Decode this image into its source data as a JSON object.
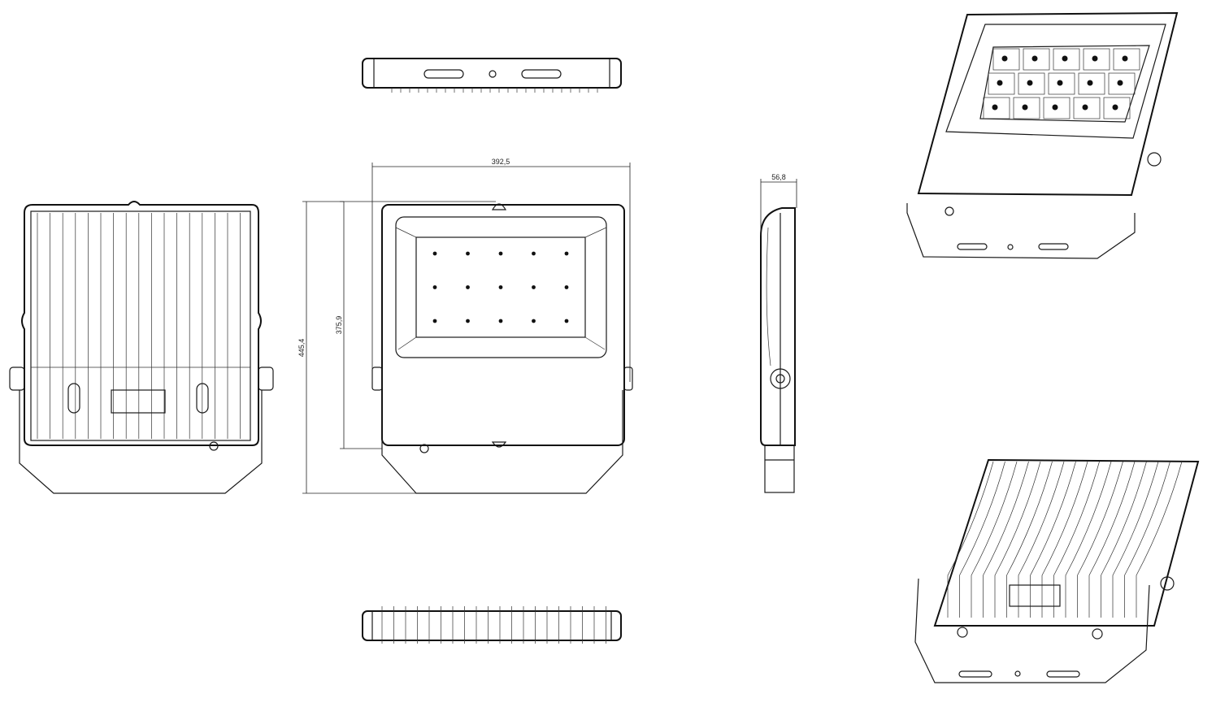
{
  "dimensions": {
    "width": "392,5",
    "height_body": "375,9",
    "height_total": "445,4",
    "depth": "56,8"
  },
  "led_grid": {
    "rows": 3,
    "columns": 5
  },
  "views": [
    "back",
    "top",
    "front",
    "side",
    "bottom",
    "iso-front",
    "iso-back"
  ]
}
